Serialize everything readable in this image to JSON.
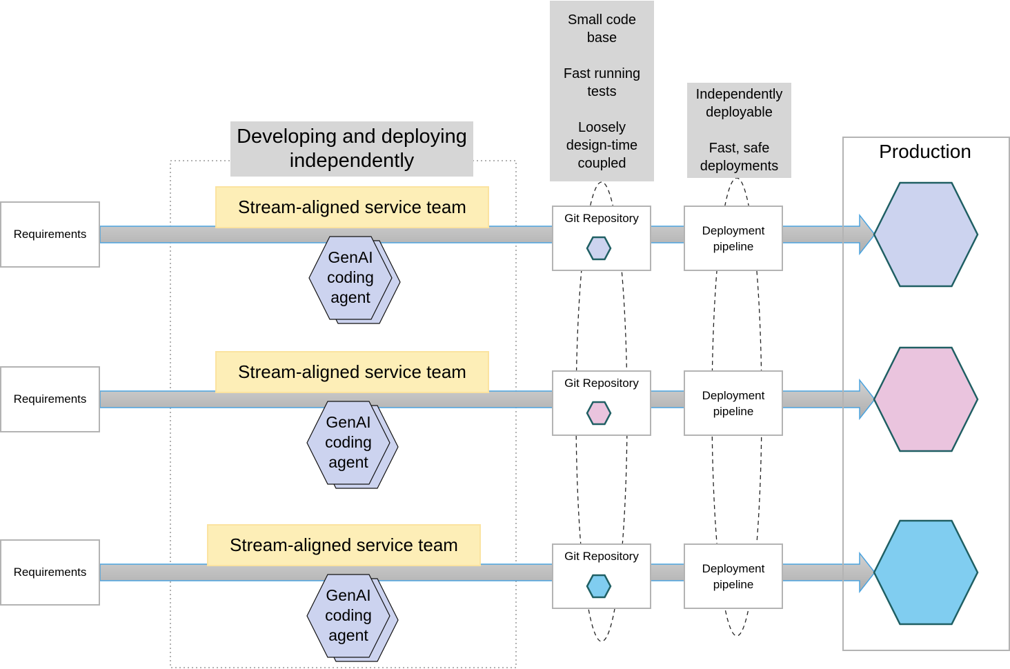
{
  "diagram": {
    "group_label": "Developing and deploying independently",
    "repo_notes": [
      "Small code base",
      "Fast running tests",
      "Loosely design-time coupled"
    ],
    "pipeline_notes": [
      "Independently deployable",
      "Fast, safe deployments"
    ],
    "production_label": "Production",
    "colors": {
      "arrow_fill_top": "#cfcfcf",
      "arrow_fill_bottom": "#b3b3b3",
      "arrow_stroke": "#4aa3df",
      "team_fill": "#fdeeb7",
      "note_fill": "#d6d6d6",
      "agent_fill": "#ccd3ef",
      "hex_stroke": "#1f5f63"
    },
    "streams": [
      {
        "requirements": "Requirements",
        "team": "Stream-aligned service team",
        "agent": [
          "GenAI",
          "coding",
          "agent"
        ],
        "repo": "Git Repository",
        "pipeline": [
          "Deployment",
          "pipeline"
        ],
        "service_color": "#ccd3ef"
      },
      {
        "requirements": "Requirements",
        "team": "Stream-aligned service team",
        "agent": [
          "GenAI",
          "coding",
          "agent"
        ],
        "repo": "Git Repository",
        "pipeline": [
          "Deployment",
          "pipeline"
        ],
        "service_color": "#eac4de"
      },
      {
        "requirements": "Requirements",
        "team": "Stream-aligned service team",
        "agent": [
          "GenAI",
          "coding",
          "agent"
        ],
        "repo": "Git Repository",
        "pipeline": [
          "Deployment",
          "pipeline"
        ],
        "service_color": "#80cdf0"
      }
    ]
  }
}
